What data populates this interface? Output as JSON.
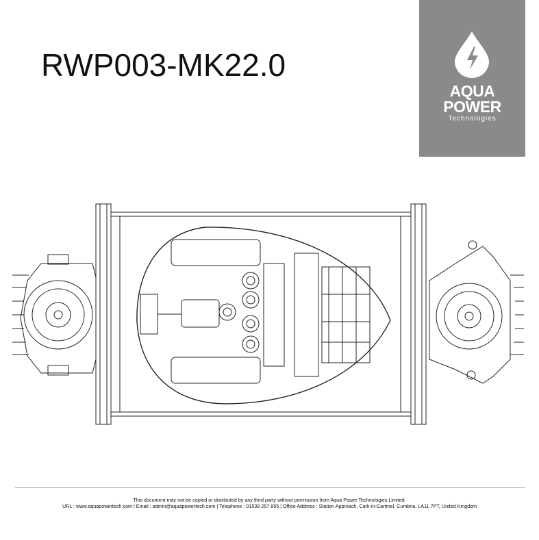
{
  "document": {
    "title": "RWP003-MK22.0"
  },
  "logo": {
    "brand_line1": "AQUA",
    "brand_line2": "POWER",
    "brand_line3": "Technologies",
    "icon": "water-drop-lightning-icon",
    "background_color": "#8a8a8a"
  },
  "drawing": {
    "description_icon": "technical-drawing"
  },
  "footer": {
    "notice": "This document may not be copied or distributed by any third party without permission from Aqua Power Technologies Limited.",
    "contact": "URL : www.aquapowertech.com | Email : admin@aquapowertech.com | Telephone : 01539 267 855 | Office Address : Station Approach, Cark-in-Cartmel, Cumbria, LA11 7PT, United Kingdom"
  }
}
